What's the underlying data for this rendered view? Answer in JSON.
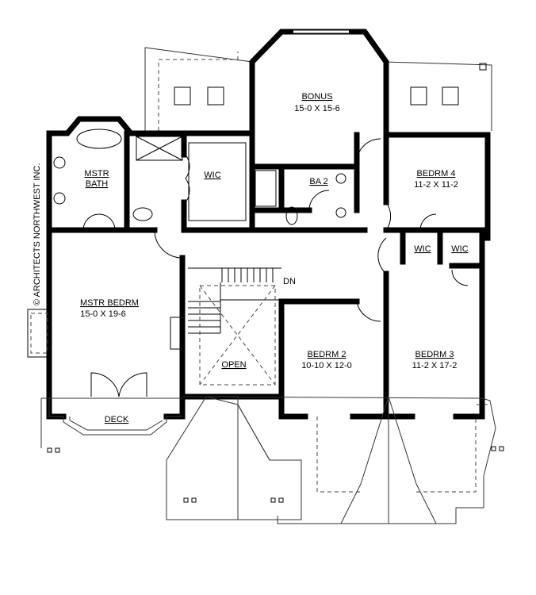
{
  "rooms": {
    "bonus": {
      "name": "BONUS",
      "dims": "15-0 X 15-6"
    },
    "mstr_bath": {
      "name1": "MSTR",
      "name2": "BATH"
    },
    "wic_master": {
      "name": "WIC"
    },
    "ba2": {
      "name": "BA 2"
    },
    "bedrm4": {
      "name": "BEDRM 4",
      "dims": "11-2 X 11-2"
    },
    "wic_a": {
      "name": "WIC"
    },
    "wic_b": {
      "name": "WIC"
    },
    "mstr_bedrm": {
      "name": "MSTR BEDRM",
      "dims": "15-0 X 19-6"
    },
    "open": {
      "name": "OPEN"
    },
    "bedrm2": {
      "name": "BEDRM 2",
      "dims": "10-10 X 12-0"
    },
    "bedrm3": {
      "name": "BEDRM 3",
      "dims": "11-2 X 17-2"
    },
    "deck": {
      "name": "DECK"
    }
  },
  "stairs": {
    "label": "DN"
  },
  "credit": "© ARCHITECTS NORTHWEST INC."
}
